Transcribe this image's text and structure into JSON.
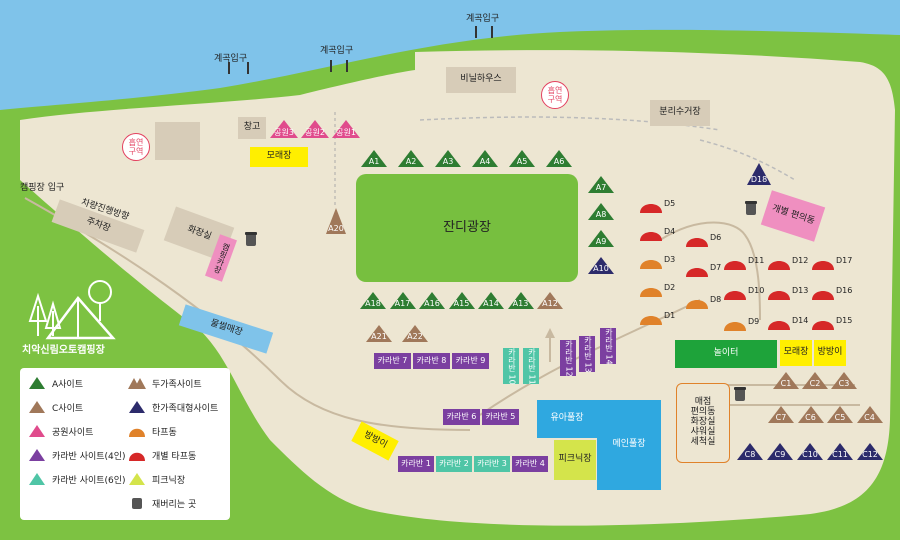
{
  "title": "치악신림오토캠핑장",
  "entrances": {
    "a": "계곡입구",
    "b": "계곡입구",
    "c": "계곡입구"
  },
  "camp_entrance": "캠핑장 입구",
  "vehicle_direction": "차량진행방향",
  "facilities": {
    "parking": "주차장",
    "toilet": "화장실",
    "toilet_cafe": "캠핑카장",
    "warehouse": "창고",
    "sand_field": "모래장",
    "vinyl_house": "비닐하우스",
    "recycle": "분리수거장",
    "grass_plaza": "잔디광장",
    "personal_facility": "개별 편의동",
    "playground": "놀이터",
    "sand_field2": "모래장",
    "spring_room": "방방이",
    "spring_room2": "방방이",
    "mudflat": "물썰매장",
    "kids_pool": "유아풀장",
    "main_pool": "메인풀장",
    "picnic": "피크닉장",
    "store_block": "매점\n편의동\n화장실\n샤워실\n세척실",
    "smoke1": "흡연\n구역",
    "smoke2": "흡연\n구역"
  },
  "sites": {
    "a_top": [
      "A1",
      "A2",
      "A3",
      "A4",
      "A5",
      "A6"
    ],
    "a_right": [
      "A7",
      "A8",
      "A9",
      "A10"
    ],
    "a_bottom": [
      "A18",
      "A17",
      "A16",
      "A15",
      "A14",
      "A13",
      "A12"
    ],
    "a20": "A20",
    "a21": "A21",
    "a22": "A22",
    "park": [
      "공원3",
      "공원2",
      "공원1"
    ],
    "d": [
      "D5",
      "D4",
      "D3",
      "D2",
      "D1",
      "D6",
      "D7",
      "D8",
      "D11",
      "D10",
      "D9",
      "D12",
      "D13",
      "D14",
      "D17",
      "D16",
      "D15",
      "D18"
    ],
    "c_top": [
      "C1",
      "C2",
      "C3"
    ],
    "c_mid": [
      "C7",
      "C6",
      "C5",
      "C4"
    ],
    "c_bot": [
      "C8",
      "C9",
      "C10",
      "C11",
      "C12"
    ],
    "caravan_mid": [
      "카라반 7",
      "카라반 8",
      "카라반 9"
    ],
    "caravan_vert": [
      "카라반 10",
      "카라반 11",
      "카라반 12",
      "카라반 13",
      "카라반 14"
    ],
    "caravan_56": [
      "카라반 6",
      "카라반 5"
    ],
    "caravan_bot": [
      "카라반 1",
      "카라반 2",
      "카라반 3",
      "카라반 4"
    ]
  },
  "legend": [
    {
      "label": "A사이트",
      "icon": "tent-green-icon"
    },
    {
      "label": "C사이트",
      "icon": "tent-brown-icon"
    },
    {
      "label": "공원사이트",
      "icon": "tent-pink-icon"
    },
    {
      "label": "카라반 사이트(4인)",
      "icon": "tent-purple-icon"
    },
    {
      "label": "카라반 사이트(6인)",
      "icon": "tent-teal-icon"
    },
    {
      "label": "두가족사이트",
      "icon": "double-tent-icon"
    },
    {
      "label": "한가족대형사이트",
      "icon": "tent-navy-icon"
    },
    {
      "label": "타프동",
      "icon": "tarp-icon"
    },
    {
      "label": "개별 타프동",
      "icon": "red-tarp-icon"
    },
    {
      "label": "피크닉장",
      "icon": "tent-yellow-icon"
    },
    {
      "label": "재버리는 곳",
      "icon": "trash-can-icon"
    }
  ],
  "colors": {
    "grass": "#7dc242",
    "ground": "#ede6d2",
    "water": "#7fc3ea",
    "a_site": "#2e7d32",
    "c_site": "#a0785a",
    "navy": "#2c2b6b",
    "purple": "#7b3fa0",
    "teal": "#4fc5a6",
    "pink": "#e04b8c",
    "tarp": "#e0822a",
    "red_tarp": "#d62828"
  }
}
